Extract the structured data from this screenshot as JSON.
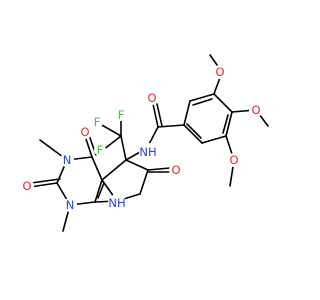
{
  "molecule": {
    "atoms": {
      "o_amide": "O",
      "nh_amide": "NH",
      "o_methoxy_top": "O",
      "o_methoxy_mid": "O",
      "o_methoxy_bot": "O",
      "f_1": "F",
      "f_2": "F",
      "f_3": "F",
      "o_c4": "O",
      "n3": "N",
      "o_c2": "O",
      "n1": "N",
      "nh_lactam": "NH",
      "o_lactam": "O"
    },
    "colors": {
      "oxygen": "#e8242e",
      "nitrogen": "#2a3fe0",
      "fluorine": "#33cc33",
      "bond": "#000000"
    }
  }
}
